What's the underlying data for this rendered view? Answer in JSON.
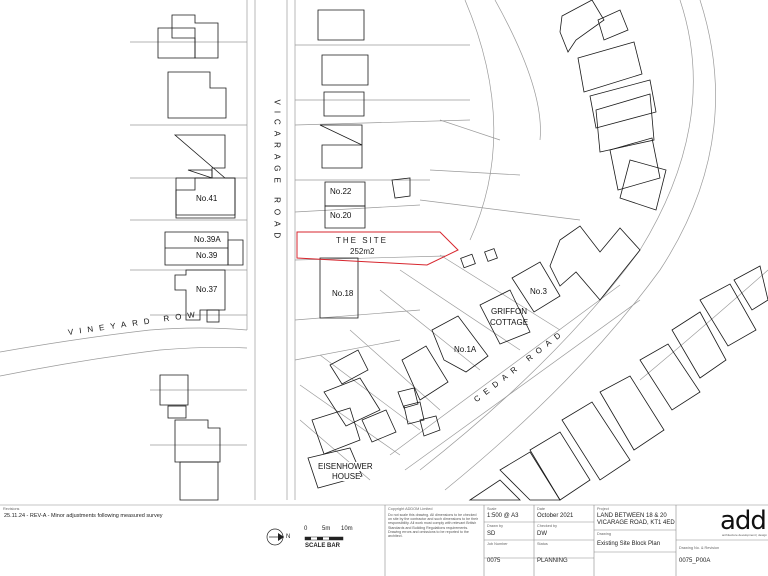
{
  "site": {
    "title": "THE SITE",
    "area": "252m2"
  },
  "roads": {
    "vicarage": "VICARAGE ROAD",
    "vineyard": "VINEYARD ROW",
    "cedar": "CEDAR ROAD"
  },
  "houses": {
    "no22": "No.22",
    "no20": "No.20",
    "no18": "No.18",
    "no41": "No.41",
    "no39a": "No.39A",
    "no39": "No.39",
    "no37": "No.37",
    "no3": "No.3",
    "no1a": "No.1A",
    "griffon_1": "GRIFFON",
    "griffon_2": "COTTAGE",
    "eisenhower_1": "EISENHOWER",
    "eisenhower_2": "HOUSE"
  },
  "scale_bar": {
    "t0": "0",
    "t5": "5m",
    "t10": "10m",
    "label": "SCALE BAR",
    "north": "N"
  },
  "title_block": {
    "revisions_header": "Revisions",
    "revision": "25.11.24 - REV-A - Minor adjustments following measured survey",
    "copyright": "Copyright ADDOM Limited",
    "disclaimer": "Do not scale this drawing. All dimensions to be checked on site by the contractor and such dimensions to be their responsibility. All work must comply with relevant British Standards and Building Regulations requirements. Drawing errors and omissions to be reported to the architect.",
    "scale_h": "Scale",
    "scale": "1:500 @ A3",
    "date_h": "Date",
    "date": "October 2021",
    "drawn_h": "Drawn by",
    "drawn": "SD",
    "checked_h": "Checked by",
    "checked": "DW",
    "jobno_h": "Job Number",
    "jobno": "0075",
    "status_h": "Status",
    "status": "PLANNING",
    "project_h": "Project",
    "project_1": "LAND BETWEEN 18 & 20",
    "project_2": "VICARAGE ROAD, KT1 4ED",
    "drawing_h": "Drawing",
    "drawing": "Existing Site Block Plan",
    "drawing_no_h": "Drawing No. & Revision",
    "drawing_no": "0075_P00A",
    "logo": "add",
    "logo_sub": "architecture development | design"
  },
  "colors": {
    "site_outline": "#d7262e",
    "line": "#1a1a1a",
    "light": "#9a9a9a"
  }
}
